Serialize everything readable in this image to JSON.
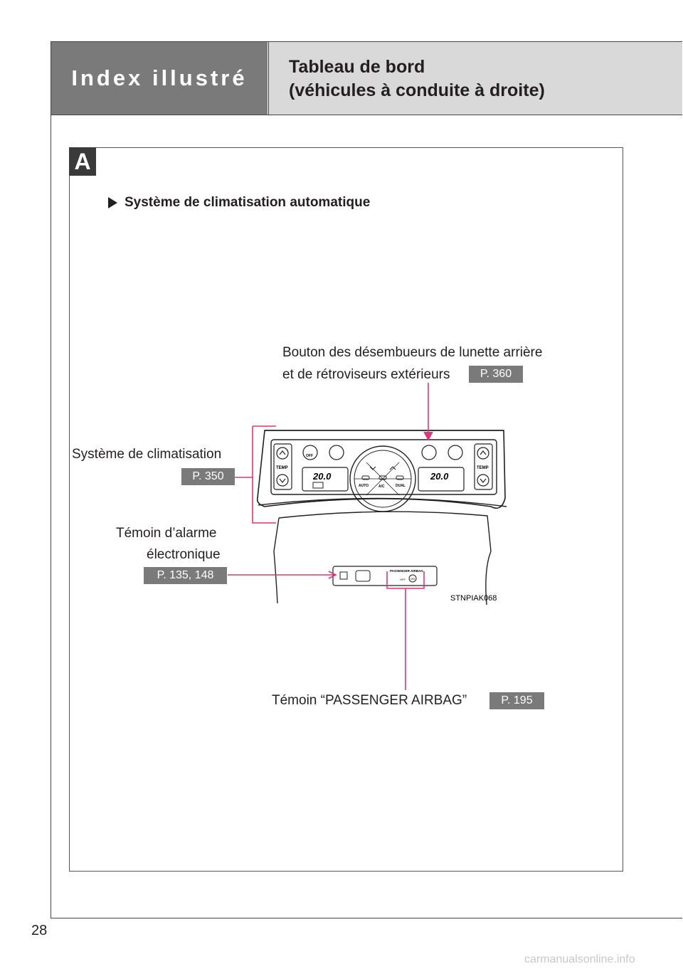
{
  "header": {
    "section_title": "Index illustré",
    "page_title_line1": "Tableau de bord",
    "page_title_line2": "(véhicules à conduite à droite)"
  },
  "section": {
    "badge": "A",
    "heading": "Système de climatisation automatique"
  },
  "callouts": {
    "defogger_line1": "Bouton des désembueurs de lunette arrière",
    "defogger_line2": "et de rétroviseurs extérieurs",
    "defogger_page": "P. 360",
    "aircon": "Système de climatisation",
    "aircon_page": "P. 350",
    "alarm_line1": "Témoin d’alarme",
    "alarm_line2": "électronique",
    "alarm_page": "P. 135, 148",
    "airbag": "Témoin “PASSENGER AIRBAG”",
    "airbag_page": "P. 195"
  },
  "panel": {
    "temp_left": "TEMP",
    "temp_right": "TEMP",
    "display_left": "20.0",
    "display_right": "20.0",
    "btn_off": "OFF",
    "btn_auto": "AUTO",
    "btn_ac": "A/C",
    "btn_dual": "DUAL",
    "airbag_label": "PASSENGER   AIRBAG",
    "airbag_off": "OFF",
    "airbag_on": "ON",
    "image_code": "STNPIAK068"
  },
  "colors": {
    "leader_line": "#e0357a",
    "header_dark": "#7a7a7a",
    "header_light": "#d9d9d9"
  },
  "footer": {
    "page_number": "28",
    "watermark": "carmanualsonline.info"
  }
}
